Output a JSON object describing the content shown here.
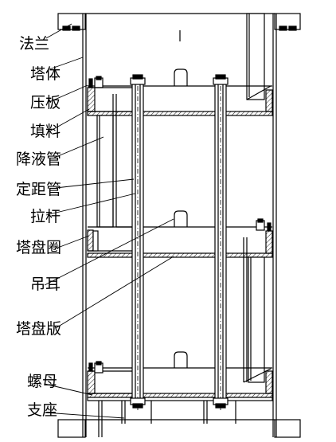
{
  "labels": {
    "flange": "法兰",
    "tower_body": "塔体",
    "press_plate": "压板",
    "packing": "填料",
    "downcomer": "降液管",
    "spacer_tube": "定距管",
    "tie_rod": "拉杆",
    "tray_ring": "塔盘圈",
    "lifting_lug": "吊耳",
    "tray_plate": "塔盘版",
    "nut": "螺母",
    "support": "支座"
  }
}
